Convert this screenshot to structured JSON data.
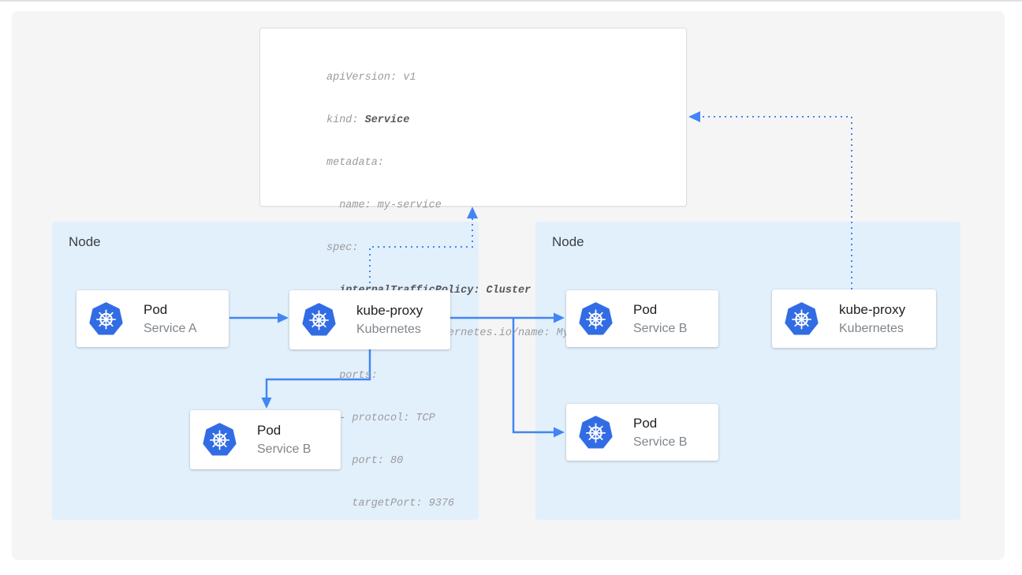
{
  "colors": {
    "k8s_blue": "#326CE5",
    "arrow_blue": "#4285F4",
    "node_fill": "#E2F0FC",
    "canvas_bg": "#F5F5F6",
    "card_title": "#202124",
    "card_subtitle": "#80868B",
    "node_label": "#3C4043",
    "code_regular": "#9B9B9E",
    "code_bold": "#56575B",
    "yaml_border": "#DBDDE0"
  },
  "icons": {
    "kubernetes": "kubernetes-helm-wheel-in-blue-heptagon"
  },
  "yaml_panel": {
    "lines": [
      {
        "pre": "apiVersion: v1"
      },
      {
        "pre": "kind: ",
        "em": "Service"
      },
      {
        "pre": "metadata:"
      },
      {
        "pre": "  name: my-service"
      },
      {
        "pre": "spec:"
      },
      {
        "pre": "  ",
        "em": "internalTrafficPolicy: Cluster"
      },
      {
        "pre": "  selector: app.kubernetes.io/name: MyApp"
      },
      {
        "pre": "  ports:"
      },
      {
        "pre": "  - protocol: TCP"
      },
      {
        "pre": "    port: 80"
      },
      {
        "pre": "    targetPort: 9376"
      }
    ]
  },
  "nodes": {
    "left": {
      "label": "Node",
      "cards": [
        {
          "icon": "kubernetes",
          "title": "Pod",
          "subtitle": "Service A"
        },
        {
          "icon": "kubernetes",
          "title": "kube-proxy",
          "subtitle": "Kubernetes"
        },
        {
          "icon": "kubernetes",
          "title": "Pod",
          "subtitle": "Service B"
        }
      ]
    },
    "right": {
      "label": "Node",
      "cards": [
        {
          "icon": "kubernetes",
          "title": "Pod",
          "subtitle": "Service B"
        },
        {
          "icon": "kubernetes",
          "title": "Pod",
          "subtitle": "Service B"
        },
        {
          "icon": "kubernetes",
          "title": "kube-proxy",
          "subtitle": "Kubernetes"
        }
      ]
    }
  },
  "edges": [
    {
      "from": "pod-service-a",
      "to": "kube-proxy-left",
      "style": "solid"
    },
    {
      "from": "kube-proxy-left",
      "to": "pod-service-b-left",
      "style": "solid"
    },
    {
      "from": "kube-proxy-left",
      "to": "pod-service-b-right-top",
      "style": "solid"
    },
    {
      "from": "kube-proxy-left",
      "to": "pod-service-b-right-bottom",
      "style": "solid"
    },
    {
      "from": "kube-proxy-left",
      "to": "service-yaml",
      "style": "dotted"
    },
    {
      "from": "kube-proxy-right",
      "to": "service-yaml",
      "style": "dotted"
    }
  ]
}
